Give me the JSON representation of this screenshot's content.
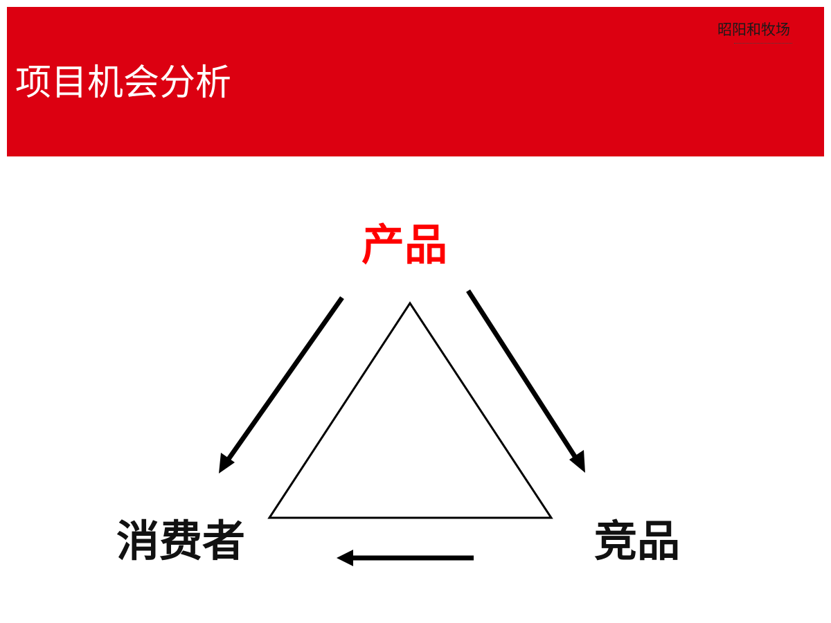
{
  "slide": {
    "title": "项目机会分析",
    "header_color": "#dc0011"
  },
  "brand": {
    "name": "昭阳和牧场"
  },
  "diagram": {
    "nodes": {
      "top": {
        "label": "产品",
        "color": "#ff0000"
      },
      "left": {
        "label": "消费者"
      },
      "right": {
        "label": "竞品"
      }
    },
    "arrows": [
      {
        "from": "产品",
        "to": "消费者"
      },
      {
        "from": "产品",
        "to": "竞品"
      },
      {
        "from": "竞品",
        "to": "消费者"
      }
    ],
    "shape": "triangle"
  }
}
